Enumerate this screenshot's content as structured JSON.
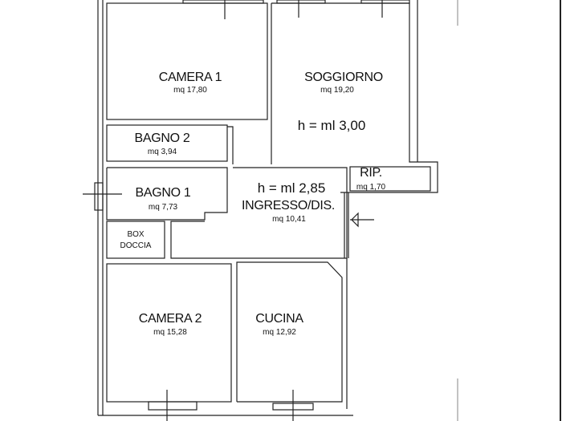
{
  "plan": {
    "rooms": [
      {
        "id": "camera1",
        "name": "CAMERA 1",
        "area": "mq 17,80"
      },
      {
        "id": "soggiorno",
        "name": "SOGGIORNO",
        "area": "mq 19,20"
      },
      {
        "id": "bagno2",
        "name": "BAGNO 2",
        "area": "mq 3,94"
      },
      {
        "id": "bagno1",
        "name": "BAGNO 1",
        "area": "mq 7,73"
      },
      {
        "id": "ingresso",
        "name": "INGRESSO/DIS.",
        "area": "mq 10,41"
      },
      {
        "id": "rip",
        "name": "RIP.",
        "area": "mq 1,70"
      },
      {
        "id": "camera2",
        "name": "CAMERA 2",
        "area": "mq 15,28"
      },
      {
        "id": "cucina",
        "name": "CUCINA",
        "area": "mq 12,92"
      }
    ],
    "box_doccia": {
      "line1": "BOX",
      "line2": "DOCCIA"
    },
    "heights": {
      "soggiorno": "h = ml 3,00",
      "ingresso": "h = ml 2,85"
    }
  }
}
